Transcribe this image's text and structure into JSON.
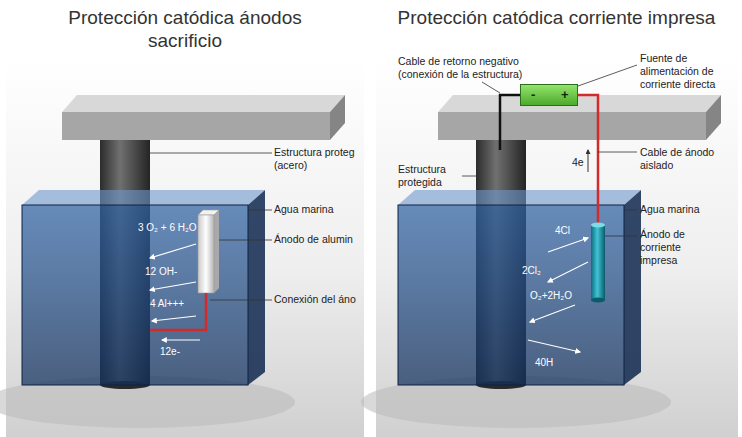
{
  "diagram": {
    "nodes": [
      {
        "text": [
          "Protección catódica ánodos sacrificio"
        ]
      },
      {
        "text": [
          "Protección catódica corriente impresa"
        ]
      },
      {
        "text": [
          "-",
          "+"
        ],
        "in": 1
      }
    ],
    "labels": [
      "Estructura proteg (acero)",
      "Agua marina",
      "Ánodo de alumin",
      "3 O₂ + 6 H₂O",
      "12 OH-",
      "4 Al+++",
      "Conexión del áno",
      "12e-",
      "Cable de retorno negativo (conexión de la estructura)",
      "Fuente de alimentación de corriente directa",
      "Cable de ánodo aislado",
      "4e",
      "Estructura protegida",
      "Agua marina",
      "4Cl",
      "2Cl₂",
      "Ánodo de corriente impresa",
      "O₂+2H₂O",
      "40H"
    ]
  }
}
